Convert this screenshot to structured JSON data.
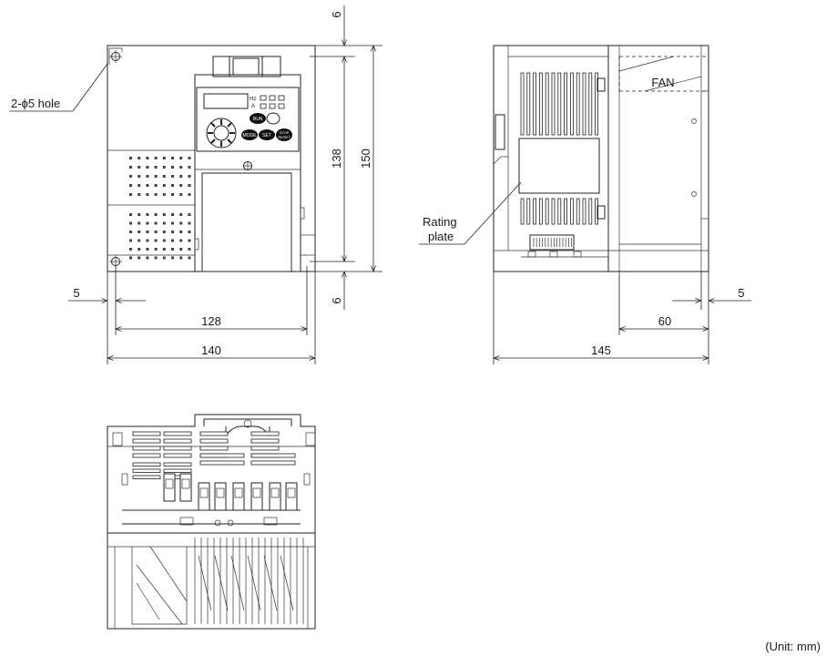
{
  "labels": {
    "hole_note": "2-ϕ5 hole",
    "rating_plate_line1": "Rating",
    "rating_plate_line2": "plate",
    "fan": "FAN",
    "unit": "(Unit: mm)"
  },
  "dimensions": {
    "front_width_outer": "140",
    "front_width_holes": "128",
    "front_hole_offset": "5",
    "front_height_total": "150",
    "front_height_holes": "138",
    "front_top_margin": "6",
    "front_bottom_margin": "6",
    "side_depth_total": "145",
    "side_fan_depth": "60",
    "side_back_offset": "5"
  },
  "panel": {
    "hz": "Hz",
    "a": "A",
    "run": "RUN",
    "mode": "MODE",
    "set": "SET",
    "stop": "STOP",
    "reset": "RESET"
  }
}
